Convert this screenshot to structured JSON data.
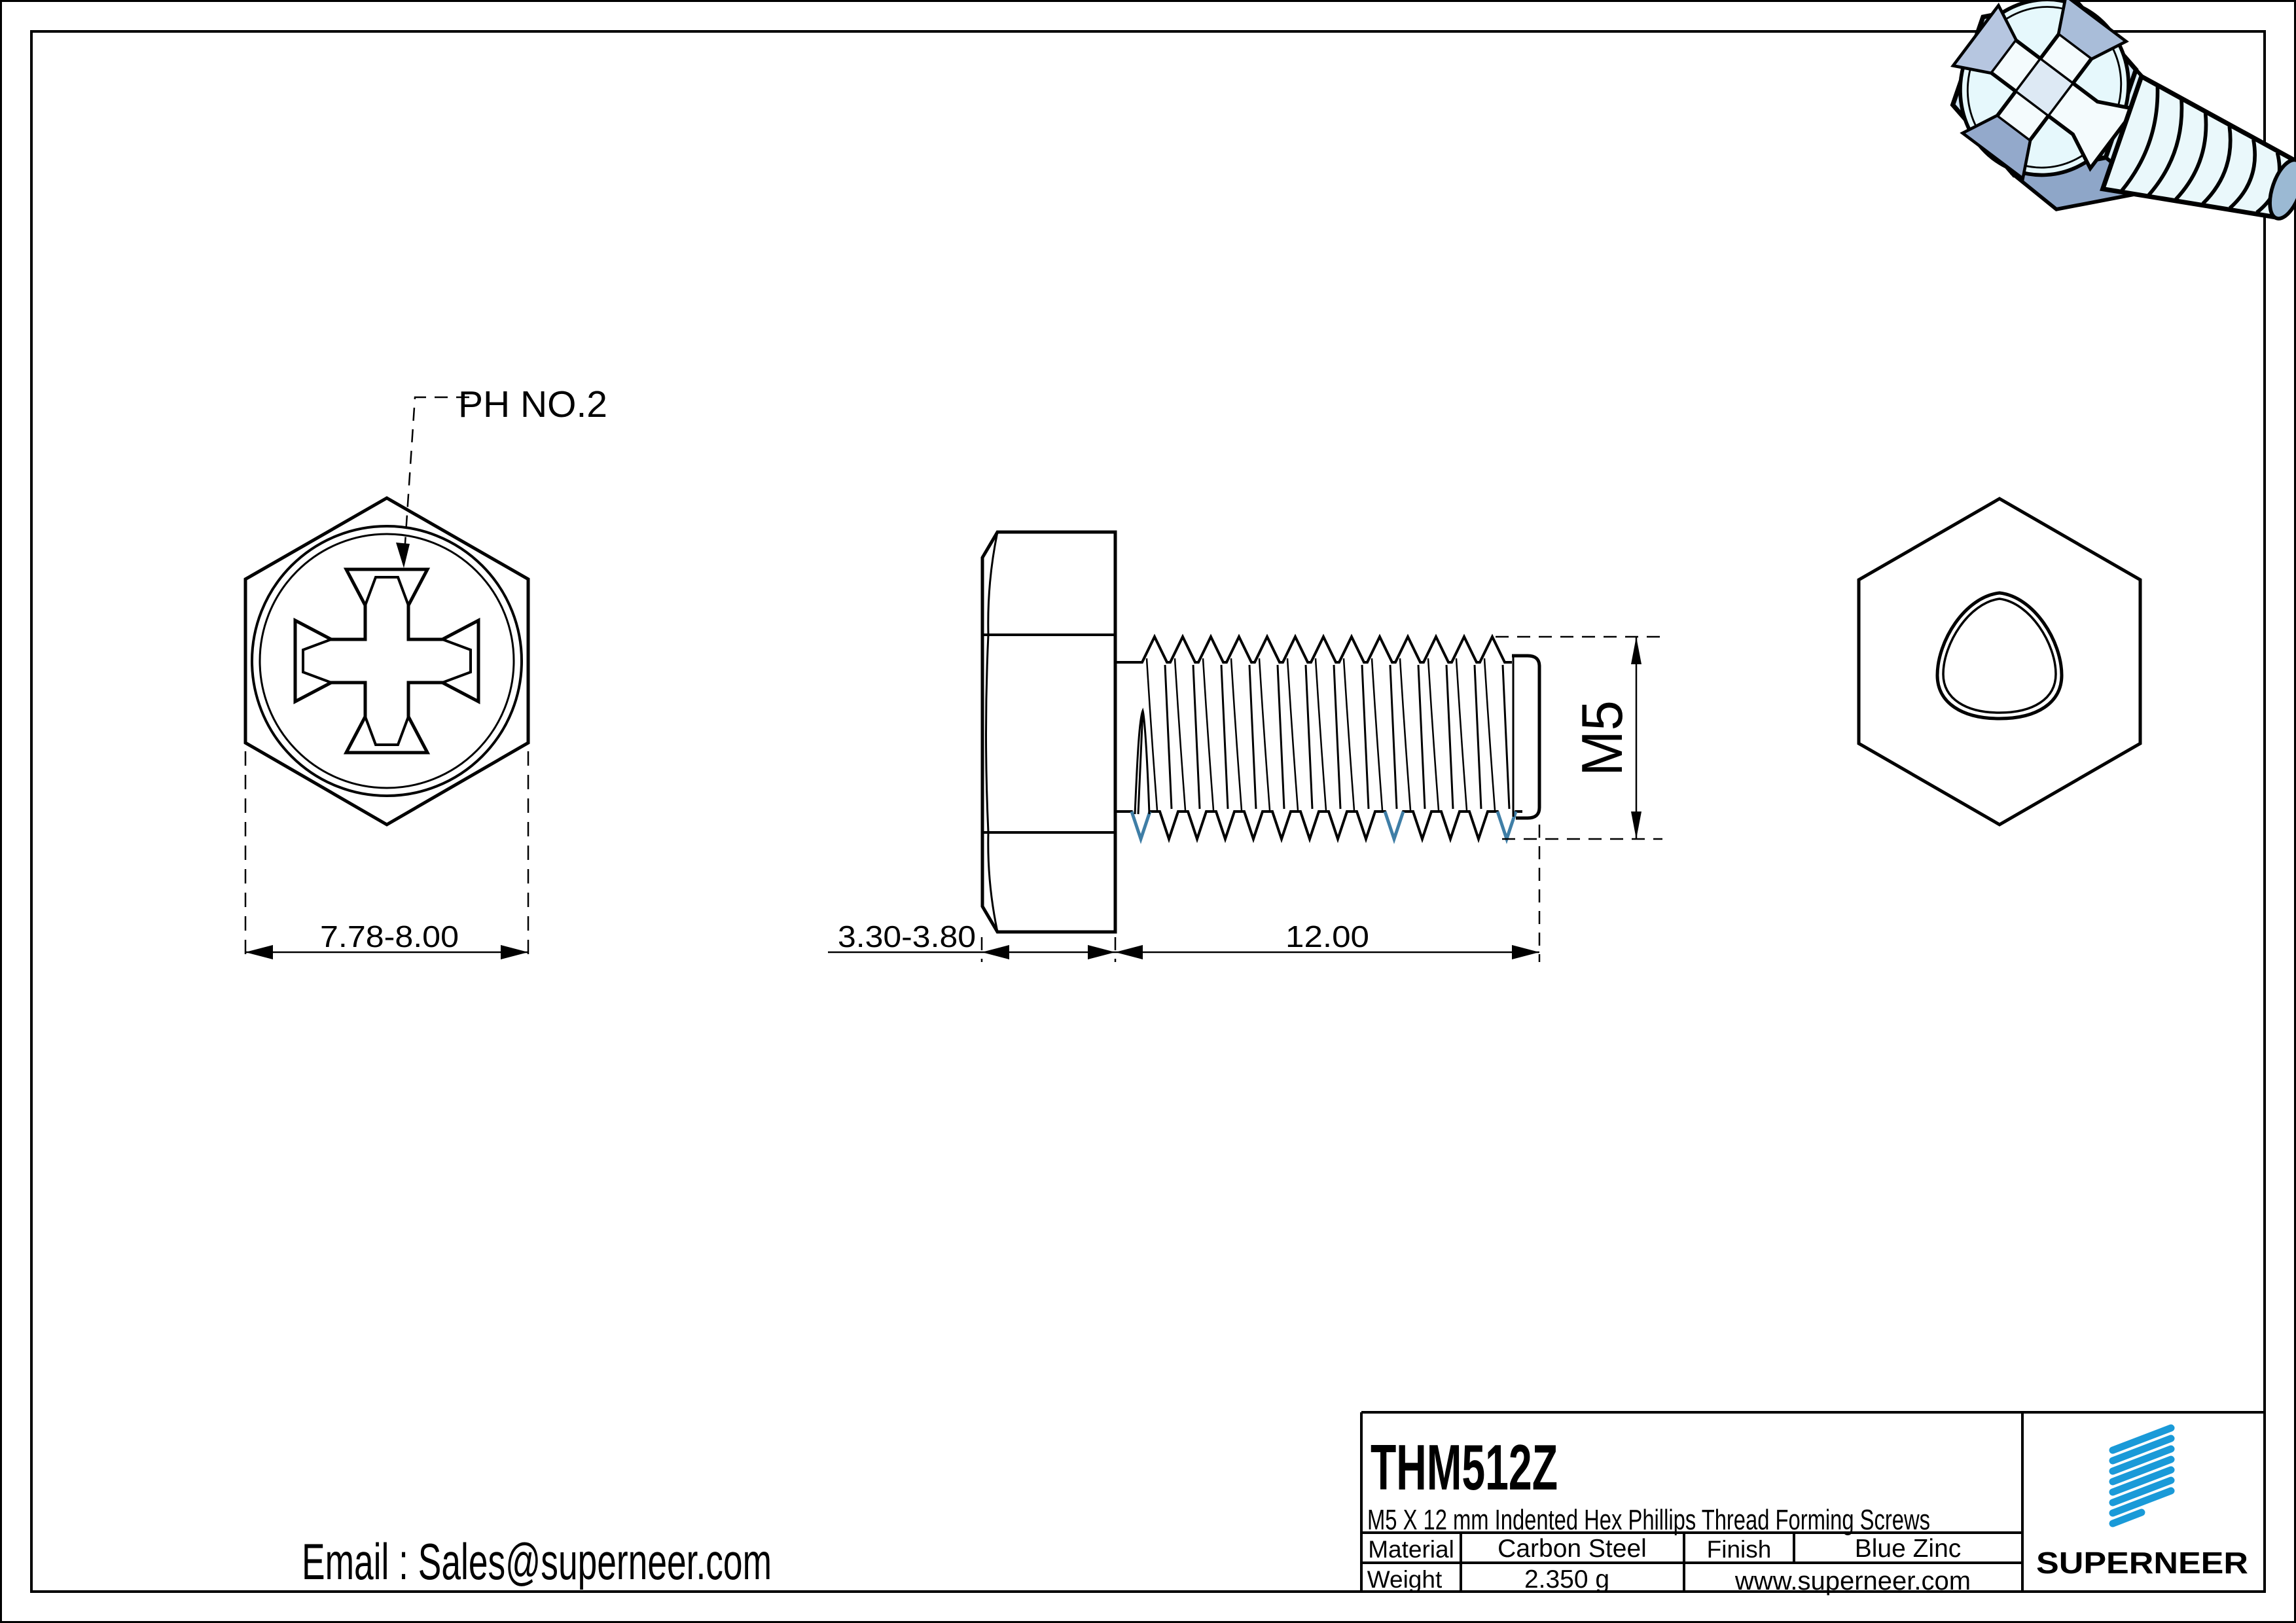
{
  "sheet": {
    "part_code": "THM512Z",
    "description": "M5 X 12 mm Indented Hex Phillips Thread Forming Screws"
  },
  "annotations": {
    "drive_label": "PH NO.2",
    "head_width": "7.78-8.00",
    "head_height": "3.30-3.80",
    "thread_length": "12.00",
    "thread_size": "M5"
  },
  "contact": {
    "email_label": "Email : Sales@superneer.com"
  },
  "title_block": {
    "material_label": "Material",
    "material_value": "Carbon Steel",
    "finish_label": "Finish",
    "finish_value": "Blue Zinc",
    "weight_label": "Weight",
    "weight_value": "2.350 g",
    "website": "www.superneer.com",
    "brand_name": "SUPERNEER"
  },
  "colors": {
    "line_black": "#000000",
    "link_blue": "#2196dd",
    "brand_blue": "#1a9ad8",
    "thread_mark_blue": "#3f7ea6",
    "render_highlight": "#e6f8fc",
    "render_light": "#dceef7",
    "render_mid": "#c9dcee",
    "render_shadow": "#8ea6c8"
  }
}
